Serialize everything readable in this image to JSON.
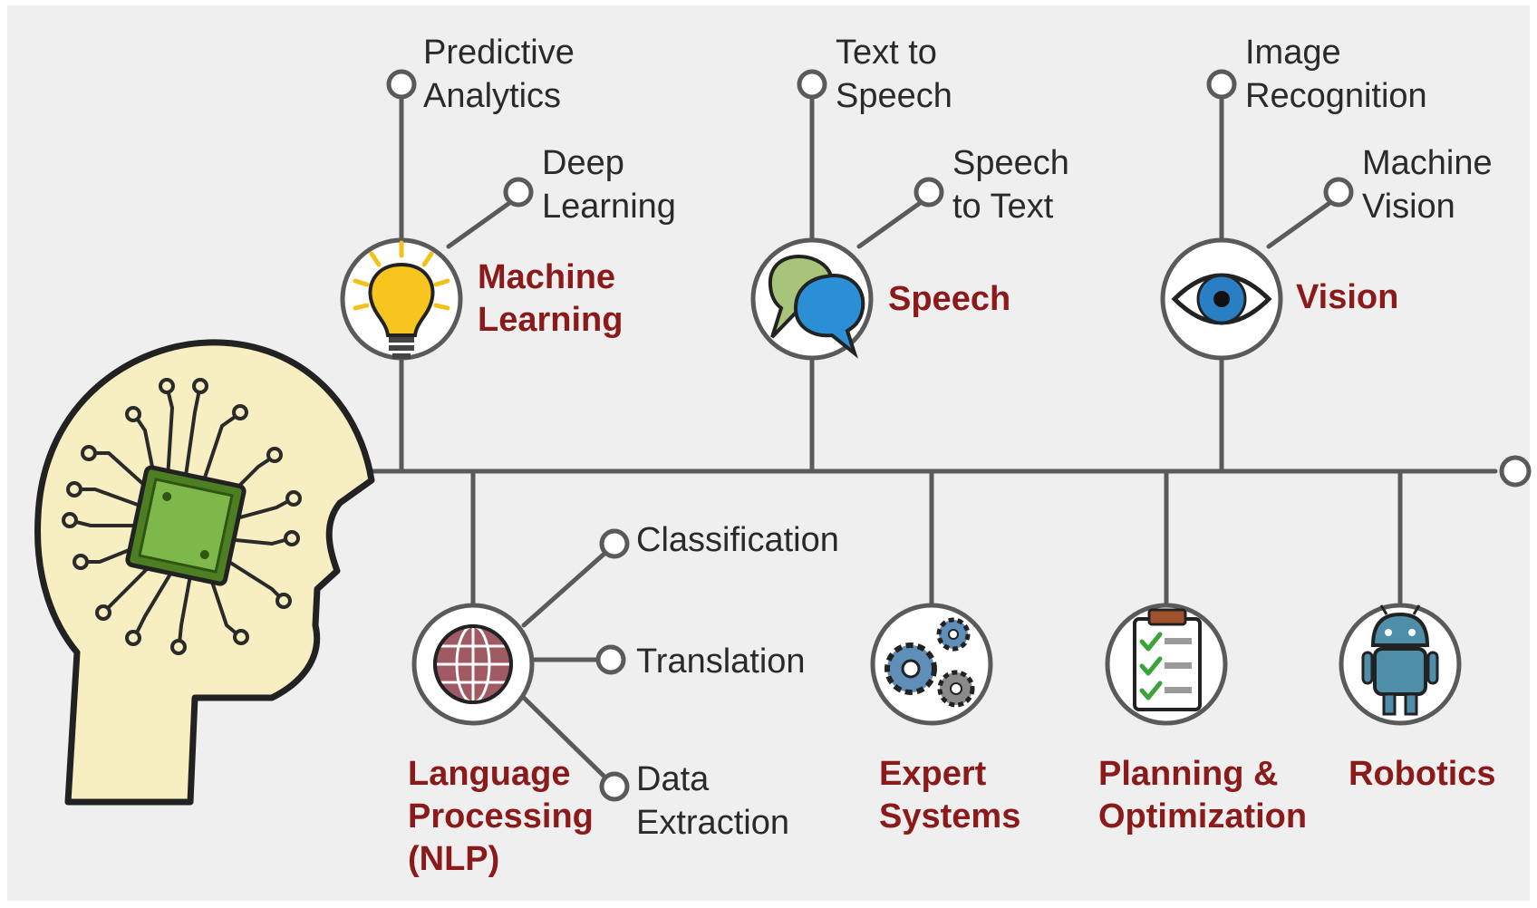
{
  "colors": {
    "background": "#efefef",
    "line": "#5a5a5a",
    "accent": "#8b1a1a",
    "head_fill": "#f7eec2",
    "chip": "#6aa33a"
  },
  "head": {
    "icon": "brain-chip-icon"
  },
  "branches": {
    "machine_learning": {
      "label_lines": [
        "Machine",
        "Learning"
      ],
      "icon": "lightbulb-icon",
      "subs": {
        "predictive_analytics": [
          "Predictive",
          "Analytics"
        ],
        "deep_learning": [
          "Deep",
          "Learning"
        ]
      }
    },
    "speech": {
      "label_lines": [
        "Speech"
      ],
      "icon": "speech-bubbles-icon",
      "subs": {
        "text_to_speech": [
          "Text to",
          "Speech"
        ],
        "speech_to_text": [
          "Speech",
          "to Text"
        ]
      }
    },
    "vision": {
      "label_lines": [
        "Vision"
      ],
      "icon": "eye-icon",
      "subs": {
        "image_recognition": [
          "Image",
          "Recognition"
        ],
        "machine_vision": [
          "Machine",
          "Vision"
        ]
      }
    },
    "nlp": {
      "label_lines": [
        "Language",
        "Processing",
        "(NLP)"
      ],
      "icon": "globe-icon",
      "subs": {
        "classification": [
          "Classification"
        ],
        "translation": [
          "Translation"
        ],
        "data_extraction": [
          "Data",
          "Extraction"
        ]
      }
    },
    "expert_systems": {
      "label_lines": [
        "Expert",
        "Systems"
      ],
      "icon": "gears-icon"
    },
    "planning": {
      "label_lines": [
        "Planning &",
        "Optimization"
      ],
      "icon": "clipboard-checklist-icon"
    },
    "robotics": {
      "label_lines": [
        "Robotics"
      ],
      "icon": "robot-icon"
    }
  }
}
